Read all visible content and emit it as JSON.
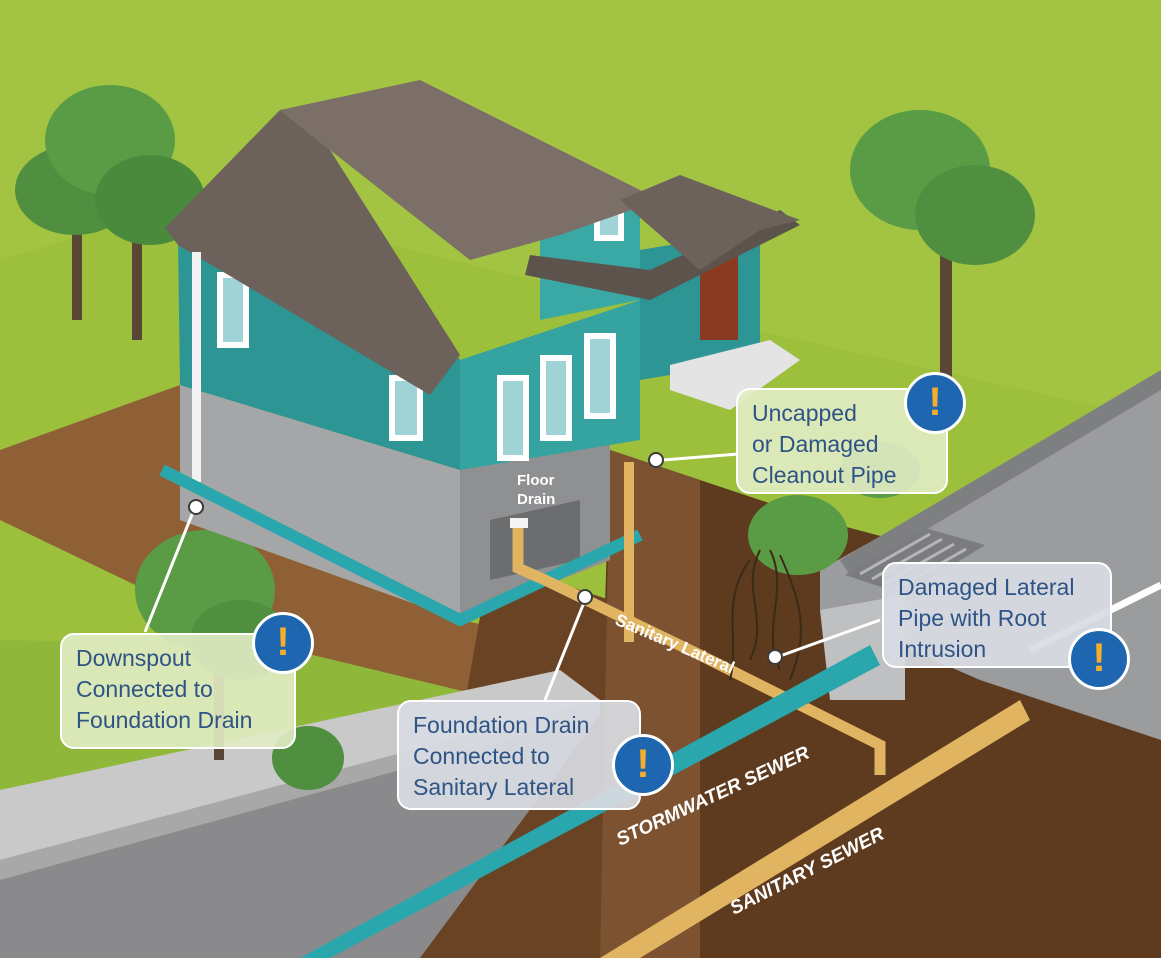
{
  "labels": {
    "floor_drain_1": "Floor",
    "floor_drain_2": "Drain",
    "sanitary_lateral": "Sanitary Lateral",
    "stormwater_sewer": "STORMWATER SEWER",
    "sanitary_sewer": "SANITARY SEWER"
  },
  "callouts": [
    {
      "id": "cleanout",
      "lines": [
        "Uncapped",
        "or Damaged",
        "Cleanout Pipe"
      ]
    },
    {
      "id": "root",
      "lines": [
        "Damaged Lateral",
        "Pipe with Root",
        "Intrusion"
      ]
    },
    {
      "id": "downspout",
      "lines": [
        "Downspout",
        "Connected to",
        "Foundation Drain"
      ]
    },
    {
      "id": "foundation",
      "lines": [
        "Foundation Drain",
        "Connected to",
        "Sanitary Lateral"
      ]
    }
  ],
  "alert_symbol": "!",
  "colors": {
    "grass": "#9cbf3c",
    "soil": "#6a4324",
    "house_siding": "#2d9593",
    "roof": "#6d625b",
    "foundation": "#a3a4a6",
    "stormwater_pipe": "#2aa7ad",
    "sanitary_pipe": "#e1b462",
    "callout_text": "#2e5486",
    "alert_blue": "#1f66b0",
    "alert_orange": "#f5ad2b"
  }
}
